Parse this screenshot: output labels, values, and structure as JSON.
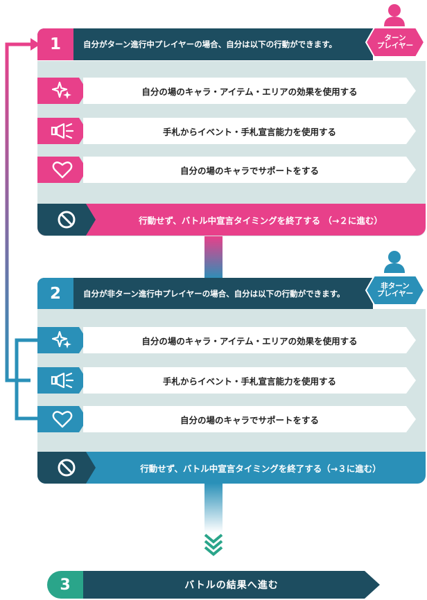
{
  "phase1": {
    "number": "1",
    "header": "自分がターン進行中プレイヤーの場合、自分は以下の行動ができます。",
    "badge": [
      "ターン",
      "プレイヤー"
    ],
    "actions": [
      {
        "icon": "sparkle-icon",
        "label": "自分の場のキャラ・アイテム・エリアの効果を使用する"
      },
      {
        "icon": "megaphone-icon",
        "label": "手札からイベント・手札宣言能力を使用する"
      },
      {
        "icon": "heart-icon",
        "label": "自分の場のキャラでサポートをする"
      }
    ],
    "end": {
      "icon": "no-entry-icon",
      "label": "行動せず、バトル中宣言タイミングを終了する （→２に進む）"
    }
  },
  "phase2": {
    "number": "2",
    "header": "自分が非ターン進行中プレイヤーの場合、自分は以下の行動ができます。",
    "badge": [
      "非ターン",
      "プレイヤー"
    ],
    "actions": [
      {
        "icon": "sparkle-icon",
        "label": "自分の場のキャラ・アイテム・エリアの効果を使用する"
      },
      {
        "icon": "megaphone-icon",
        "label": "手札からイベント・手札宣言能力を使用する"
      },
      {
        "icon": "heart-icon",
        "label": "自分の場のキャラでサポートをする"
      }
    ],
    "end": {
      "icon": "no-entry-icon",
      "label": "行動せず、バトル中宣言タイミングを終了する（→３に進む）"
    }
  },
  "phase3": {
    "number": "3",
    "label": "バトルの結果へ進む"
  },
  "colors": {
    "pink": "#e8408a",
    "pink_light": "#f07ab0",
    "blue": "#2a90b8",
    "blue_light": "#5ab4d4",
    "navy": "#1d4d60",
    "panel": "#d5e4e4",
    "green": "#2aa58a"
  }
}
